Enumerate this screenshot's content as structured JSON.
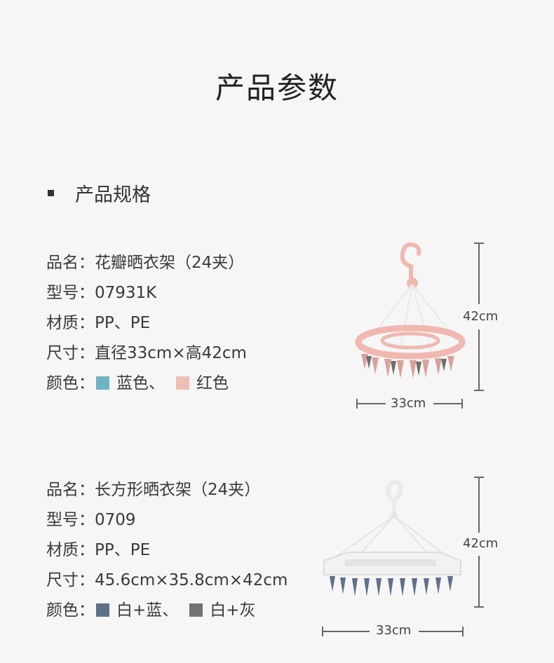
{
  "title": "产品参数",
  "section": {
    "label": "产品规格"
  },
  "products": [
    {
      "name_label": "品名：",
      "name_value": "花瓣晒衣架（24夹）",
      "model_label": "型号：",
      "model_value": "07931K",
      "material_label": "材质：",
      "material_value": "PP、PE",
      "size_label": "尺寸：",
      "size_value": "直径33cm×高42cm",
      "color_label": "颜色：",
      "colors": [
        {
          "name": "蓝色、",
          "hex": "#6fb3c2"
        },
        {
          "name": "红色",
          "hex": "#eec0b5"
        }
      ],
      "height_dim": "42cm",
      "width_dim": "33cm"
    },
    {
      "name_label": "品名：",
      "name_value": "长方形晒衣架（24夹）",
      "model_label": "型号：",
      "model_value": "0709",
      "material_label": "材质：",
      "material_value": "PP、PE",
      "size_label": "尺寸：",
      "size_value": "45.6cm×35.8cm×42cm",
      "color_label": "颜色：",
      "colors": [
        {
          "name": "白+蓝、",
          "hex": "#5f7189"
        },
        {
          "name": "白+灰",
          "hex": "#737373"
        }
      ],
      "height_dim": "42cm",
      "width_dim": "33cm"
    }
  ]
}
